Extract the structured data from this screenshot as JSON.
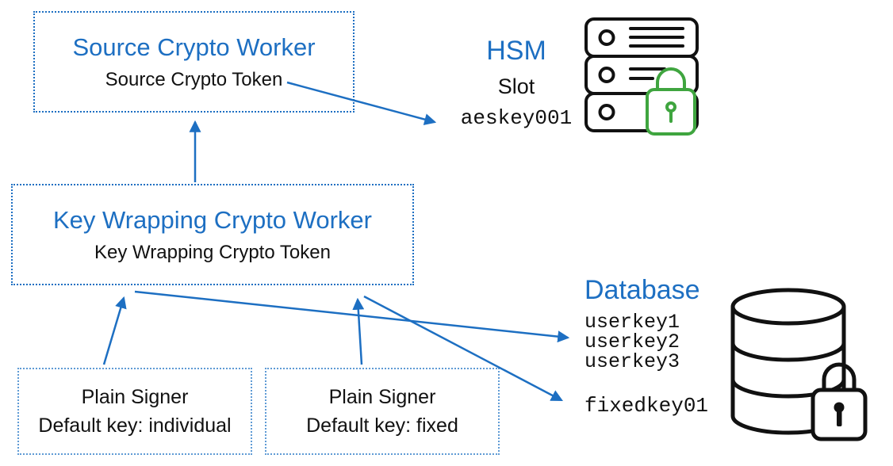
{
  "colors": {
    "accent_blue": "#1d6fc2",
    "lock_green": "#3fa53f",
    "ink": "#111111"
  },
  "boxes": {
    "source_worker": {
      "title": "Source Crypto Worker",
      "subtitle": "Source Crypto Token"
    },
    "key_wrapping_worker": {
      "title": "Key Wrapping Crypto Worker",
      "subtitle": "Key Wrapping Crypto Token"
    },
    "plain_signer_individual": {
      "title": "Plain Signer",
      "subtitle": "Default key: individual"
    },
    "plain_signer_fixed": {
      "title": "Plain Signer",
      "subtitle": "Default key: fixed"
    }
  },
  "hsm": {
    "label": "HSM",
    "slot_label": "Slot",
    "key_name": "aeskey001"
  },
  "database": {
    "label": "Database",
    "user_keys": [
      "userkey1",
      "userkey2",
      "userkey3"
    ],
    "fixed_key": "fixedkey01"
  },
  "icons": {
    "hsm": "server-rack-icon",
    "hsm_lock": "green-padlock-icon",
    "database": "database-cylinder-icon",
    "database_lock": "black-padlock-icon"
  }
}
